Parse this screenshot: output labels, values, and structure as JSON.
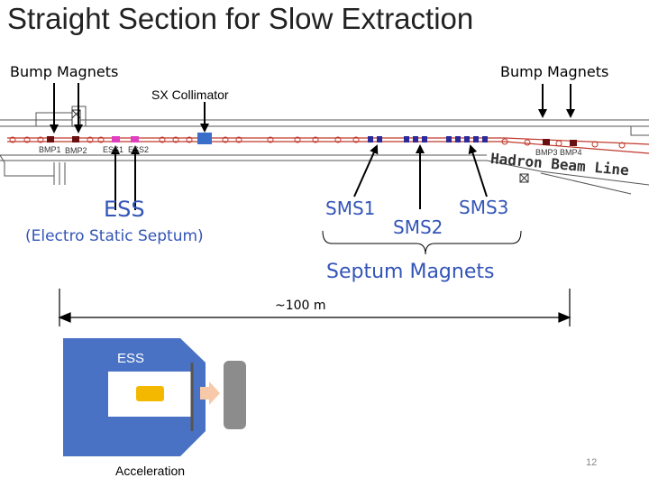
{
  "title": "Straight Section for Slow Extraction",
  "bump_magnets_left": "Bump Magnets",
  "bump_magnets_right": "Bump Magnets",
  "sx_collimator": "SX Collimator",
  "beamline_labels": {
    "bmp1": "BMP1",
    "bmp2": "BMP2",
    "ess1": "ESS1",
    "ess2": "ESS2",
    "bmp3_bmp4": "BMP3 BMP4"
  },
  "hadron_beam_line": "Hadron Beam Line",
  "ess": {
    "name": "ESS",
    "full_name": "(Electro Static Septum)"
  },
  "sms1": "SMS1",
  "sms2": "SMS2",
  "sms3": "SMS3",
  "septum_magnets": "Septum Magnets",
  "distance": "~100 m",
  "ess_box_label": "ESS",
  "acceleration": "Acceleration",
  "page_number": "12",
  "colors": {
    "blue_text": "#3355b8",
    "ess_box": "#4a72c4",
    "beam_orange": "#f5b800",
    "septum_gray": "#8c8c8c",
    "beamline_red": "#c0392b",
    "magnet_pink": "#e040c0",
    "magnet_navy": "#2a2a9a"
  }
}
